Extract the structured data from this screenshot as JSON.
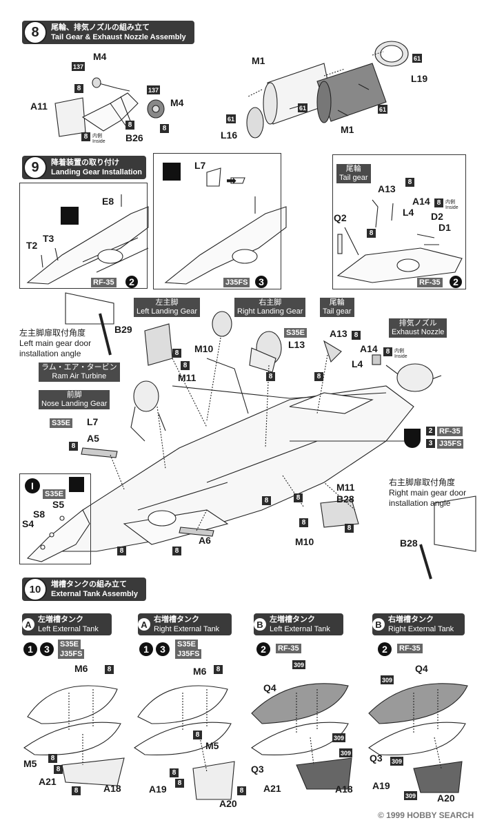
{
  "step8": {
    "num": "8",
    "jp": "尾輪、排気ノズルの組み立て",
    "en": "Tail Gear & Exhaust Nozzle Assembly"
  },
  "step9": {
    "num": "9",
    "jp": "降着装置の取り付け",
    "en": "Landing Gear Installation"
  },
  "step10": {
    "num": "10",
    "jp": "増槽タンクの組み立て",
    "en": "External Tank Assembly"
  },
  "s8_labels": {
    "m4a": "M4",
    "m4b": "M4",
    "a11": "A11",
    "b26": "B26",
    "m1a": "M1",
    "m1b": "M1",
    "l19": "L19",
    "l16": "L16",
    "p137a": "137",
    "p137b": "137",
    "p61a": "61",
    "p61b": "61",
    "p61c": "61",
    "p61d": "61",
    "p8a": "8",
    "p8b": "8",
    "p8c": "8",
    "p8d": "8",
    "inside_jp": "内側",
    "inside_en": "Inside"
  },
  "s9_panel1": {
    "e8": "E8",
    "t2": "T2",
    "t3": "T3",
    "variant": "RF-35",
    "vnum": "2"
  },
  "s9_panel2": {
    "l7": "L7",
    "variant": "J35FS",
    "vnum": "3"
  },
  "s9_panel3": {
    "tag_jp": "尾輪",
    "tag_en": "Tail gear",
    "a13": "A13",
    "a14": "A14",
    "l4": "L4",
    "d2": "D2",
    "d1": "D1",
    "q2": "Q2",
    "variant": "RF-35",
    "vnum": "2",
    "p8a": "8",
    "p8b": "8",
    "p8c": "8",
    "inside_jp": "内側",
    "inside_en": "Inside"
  },
  "main": {
    "left_door_jp": "左主脚扉取付角度",
    "left_door_en1": "Left main gear door",
    "left_door_en2": "installation angle",
    "left_gear_jp": "左主脚",
    "left_gear_en": "Left Landing Gear",
    "right_gear_jp": "右主脚",
    "right_gear_en": "Right Landing Gear",
    "tail_jp": "尾輪",
    "tail_en": "Tail gear",
    "exhaust_jp": "排気ノズル",
    "exhaust_en": "Exhaust Nozzle",
    "ram_jp": "ラム・エア・タービン",
    "ram_en": "Ram Air Turbine",
    "nose_jp": "前脚",
    "nose_en": "Nose Landing Gear",
    "right_door_jp": "右主脚扉取付角度",
    "right_door_en1": "Right main gear door",
    "right_door_en2": "installation angle",
    "b29": "B29",
    "m10a": "M10",
    "m11a": "M11",
    "l13": "L13",
    "a13": "A13",
    "a14": "A14",
    "l4": "L4",
    "l7": "L7",
    "a5": "A5",
    "a6": "A6",
    "s5": "S5",
    "s8": "S8",
    "s4": "S4",
    "m11b": "M11",
    "b28a": "B28",
    "m10b": "M10",
    "b28b": "B28",
    "s35e_a": "S35E",
    "s35e_b": "S35E",
    "s35e_c": "S35E",
    "rf35": "RF-35",
    "j35fs": "J35FS",
    "v2": "2",
    "v3": "3",
    "inside_jp": "内側",
    "inside_en": "Inside"
  },
  "tanks": [
    {
      "key": "A",
      "jp": "左増槽タンク",
      "en": "Left External Tank",
      "variants": [
        "1",
        "3"
      ],
      "codes": [
        "S35E",
        "J35FS"
      ],
      "top": "M6",
      "mid": "M5",
      "bottom1": "A21",
      "bottom2": "A18",
      "mark": "8"
    },
    {
      "key": "A",
      "jp": "右増槽タンク",
      "en": "Right External Tank",
      "variants": [
        "1",
        "3"
      ],
      "codes": [
        "S35E",
        "J35FS"
      ],
      "top": "M6",
      "mid": "M5",
      "bottom1": "A19",
      "bottom2": "A20",
      "mark": "8"
    },
    {
      "key": "B",
      "jp": "左増槽タンク",
      "en": "Left External Tank",
      "variants": [
        "2"
      ],
      "codes": [
        "RF-35"
      ],
      "top": "Q4",
      "mid": "Q3",
      "bottom1": "A21",
      "bottom2": "A18",
      "mark": "309"
    },
    {
      "key": "B",
      "jp": "右増槽タンク",
      "en": "Right External Tank",
      "variants": [
        "2"
      ],
      "codes": [
        "RF-35"
      ],
      "top": "Q4",
      "mid": "Q3",
      "bottom1": "A19",
      "bottom2": "A20",
      "mark": "309"
    }
  ],
  "watermark": "© 1999 HOBBY SEARCH"
}
